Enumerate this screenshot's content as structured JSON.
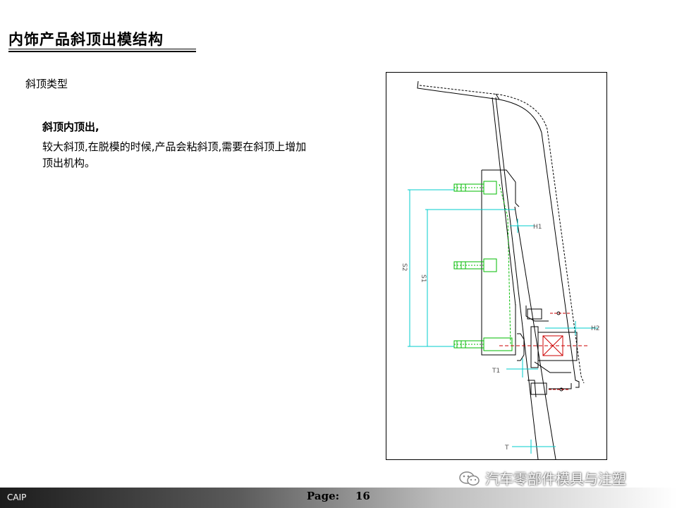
{
  "slide": {
    "title": "内饰产品斜顶出模结构",
    "section_label": "斜顶类型",
    "subheading": "斜顶内顶出,",
    "body": "较大斜顶,在脱模的时候,产品会粘斜顶,需要在斜顶上增加顶出机构。"
  },
  "drawing": {
    "labels": {
      "h1": "H1",
      "h2": "H2",
      "s1": "S1",
      "s2": "S2",
      "t1": "T1",
      "t": "T"
    },
    "colors": {
      "dimension": "#00cccc",
      "screw": "#00bb00",
      "pin": "#cc0000",
      "outline": "#000000"
    }
  },
  "footer": {
    "brand": "CAIP",
    "page_label": "Page:",
    "page_number": "16",
    "watermark": "汽车零部件模具与注塑",
    "watermark_icon": "wechat-icon"
  }
}
